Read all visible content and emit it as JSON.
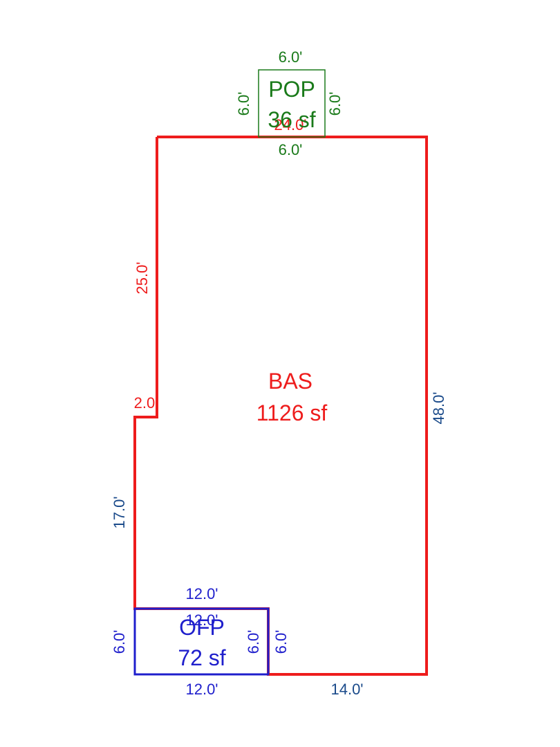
{
  "colors": {
    "bas": "#ee1c1c",
    "bas_dark_labels": "#1a4a8a",
    "ofp": "#1f1fcc",
    "pop": "#1a7a1a"
  },
  "areas": {
    "bas": {
      "name": "BAS",
      "size": "1126 sf"
    },
    "ofp": {
      "name": "OFP",
      "size": "72 sf"
    },
    "pop": {
      "name": "POP",
      "size": "36 sf"
    }
  },
  "dimensions": {
    "bas": {
      "top": "24.0'",
      "upper_left": "25.0'",
      "step": "2.0'",
      "lower_left": "17.0'",
      "right": "48.0'",
      "bottom": "14.0'"
    },
    "ofp": {
      "top": "12.0'",
      "top_inner": "12.0'",
      "bottom": "12.0'",
      "left": "6.0'",
      "right": "6.0'",
      "right_outer": "6.0'"
    },
    "pop": {
      "top": "6.0'",
      "bottom": "6.0'",
      "left": "6.0'",
      "right": "6.0'"
    }
  }
}
